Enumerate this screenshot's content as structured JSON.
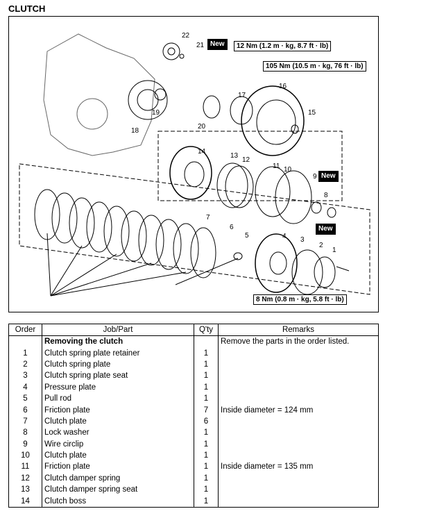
{
  "title": "CLUTCH",
  "torque_specs": [
    "12 Nm (1.2 m · kg, 8.7 ft · lb)",
    "105 Nm (10.5 m · kg, 76 ft · lb)",
    "8 Nm (0.8 m · kg, 5.8 ft · lb)"
  ],
  "new_label": "New",
  "part_numbers": [
    "1",
    "2",
    "3",
    "4",
    "5",
    "6",
    "7",
    "8",
    "9",
    "10",
    "11",
    "12",
    "13",
    "14",
    "15",
    "16",
    "17",
    "18",
    "19",
    "20",
    "21",
    "22"
  ],
  "table": {
    "headers": [
      "Order",
      "Job/Part",
      "Q'ty",
      "Remarks"
    ],
    "rows": [
      {
        "order": "",
        "part": "Removing the clutch",
        "qty": "",
        "remarks": "Remove the parts in the order listed."
      },
      {
        "order": "1",
        "part": "Clutch spring plate retainer",
        "qty": "1",
        "remarks": ""
      },
      {
        "order": "2",
        "part": "Clutch spring plate",
        "qty": "1",
        "remarks": ""
      },
      {
        "order": "3",
        "part": "Clutch spring plate seat",
        "qty": "1",
        "remarks": ""
      },
      {
        "order": "4",
        "part": "Pressure plate",
        "qty": "1",
        "remarks": ""
      },
      {
        "order": "5",
        "part": "Pull rod",
        "qty": "1",
        "remarks": ""
      },
      {
        "order": "6",
        "part": "Friction plate",
        "qty": "7",
        "remarks": "Inside diameter = 124 mm"
      },
      {
        "order": "7",
        "part": "Clutch plate",
        "qty": "6",
        "remarks": ""
      },
      {
        "order": "8",
        "part": "Lock washer",
        "qty": "1",
        "remarks": ""
      },
      {
        "order": "9",
        "part": "Wire circlip",
        "qty": "1",
        "remarks": ""
      },
      {
        "order": "10",
        "part": "Clutch plate",
        "qty": "1",
        "remarks": ""
      },
      {
        "order": "11",
        "part": "Friction plate",
        "qty": "1",
        "remarks": "Inside diameter = 135 mm"
      },
      {
        "order": "12",
        "part": "Clutch damper spring",
        "qty": "1",
        "remarks": ""
      },
      {
        "order": "13",
        "part": "Clutch damper spring seat",
        "qty": "1",
        "remarks": ""
      },
      {
        "order": "14",
        "part": "Clutch boss",
        "qty": "1",
        "remarks": ""
      }
    ]
  }
}
